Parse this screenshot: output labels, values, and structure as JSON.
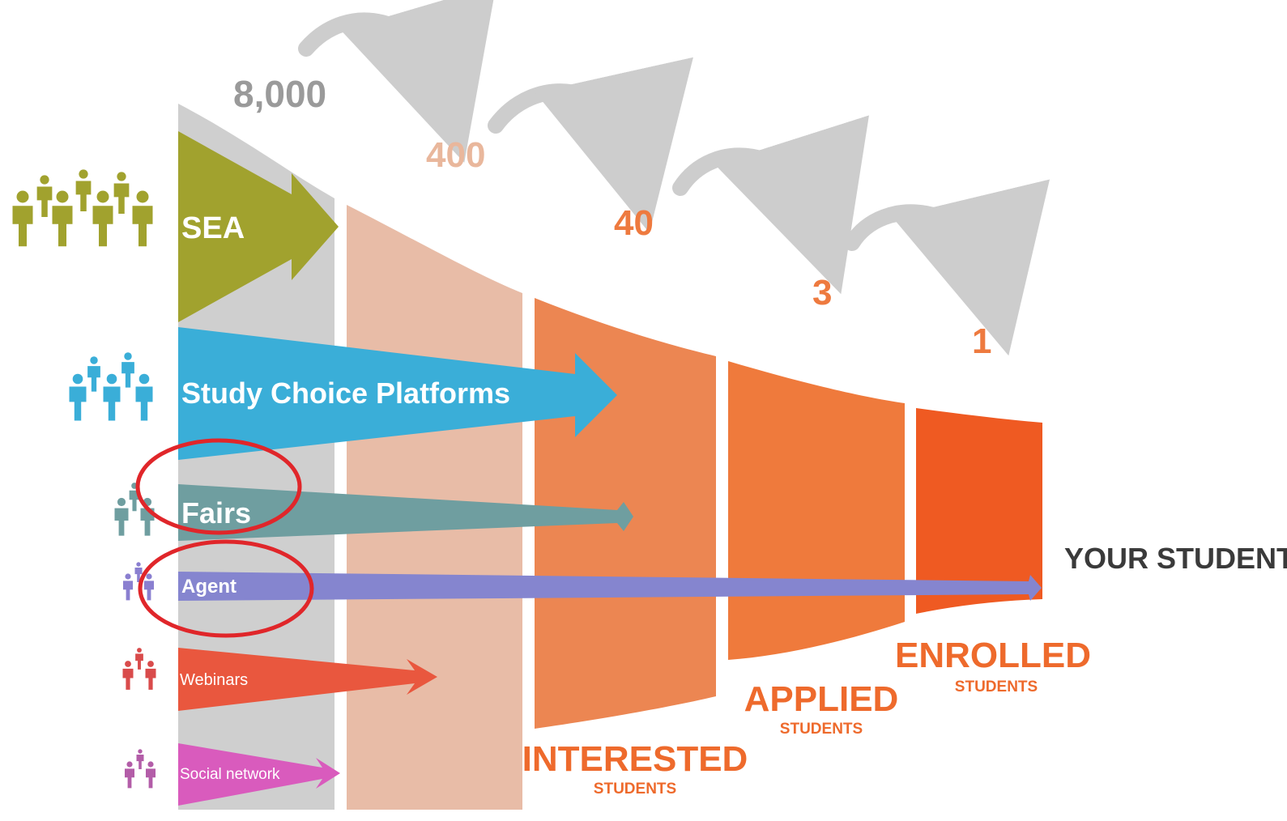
{
  "colors": {
    "sea": "#a1a22e",
    "platforms": "#3aaed8",
    "fairs": "#6f9ea0",
    "agent": "#8585cf",
    "webinars": "#e9573e",
    "social": "#d95bbd",
    "people_sea": "#a1a22e",
    "people_platforms": "#3aaed8",
    "people_fairs": "#6f9ea0",
    "people_agent": "#8a7fd0",
    "people_webinars": "#d94b4b",
    "people_social": "#b35da8",
    "stage_gray": "#cfcfcf",
    "stage_peach": "#e8bca7",
    "stage_interested": "#ec8652",
    "stage_applied": "#ef7a3c",
    "stage_enrolled": "#ef5a22",
    "count_gray": "#9a9a9a",
    "count_peach": "#e9b79c",
    "count_orange": "#ee7a3f",
    "stage_label": "#ee6a2c",
    "arrow_gray": "#cdcdcd",
    "highlight_ring": "#e0262a",
    "final_label": "#3a3a3a"
  },
  "counts": {
    "c1": "8,000",
    "c2": "400",
    "c3": "40",
    "c4": "3",
    "c5": "1"
  },
  "channels": {
    "sea": "SEA",
    "platforms": "Study Choice Platforms",
    "fairs": "Fairs",
    "agent": "Agent",
    "webinars": "Webinars",
    "social": "Social network"
  },
  "stages": {
    "interested_title": "INTERESTED",
    "interested_sub": "STUDENTS",
    "applied_title": "APPLIED",
    "applied_sub": "STUDENTS",
    "enrolled_title": "ENROLLED",
    "enrolled_sub": "STUDENTS"
  },
  "final_label": "YOUR STUDENTS",
  "highlighted_channels": [
    "Fairs",
    "Agent"
  ]
}
